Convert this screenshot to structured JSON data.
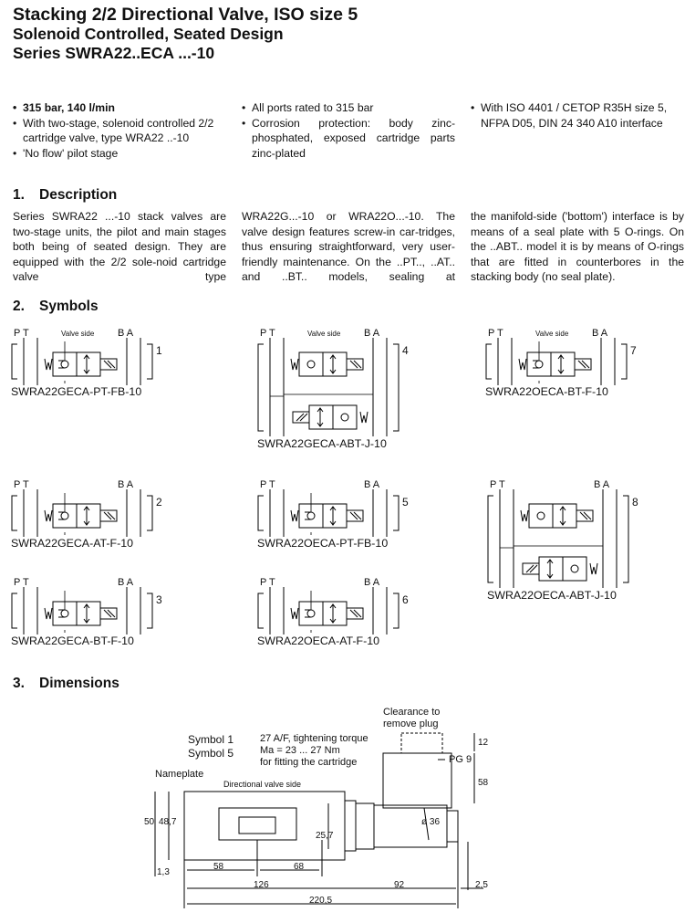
{
  "header": {
    "title": "Stacking 2/2 Directional Valve, ISO size 5",
    "subtitle": "Solenoid Controlled, Seated Design",
    "series": "Series SWRA22..ECA ...-10"
  },
  "features": {
    "col1": [
      "315 bar, 140 l/min",
      "With two-stage, solenoid controlled 2/2 cartridge valve, type WRA22 ..-10",
      "'No flow' pilot stage"
    ],
    "col2": [
      "All ports rated to 315 bar",
      "Corrosion protection: body zinc-phosphated, exposed cartridge parts zinc-plated"
    ],
    "col3": [
      "With ISO 4401 / CETOP R35H size 5, NFPA D05, DIN 24 340 A10 interface"
    ]
  },
  "sections": {
    "description": {
      "num": "1.",
      "title": "Description"
    },
    "symbols": {
      "num": "2.",
      "title": "Symbols"
    },
    "dimensions": {
      "num": "3.",
      "title": "Dimensions"
    }
  },
  "description": {
    "col1": "Series SWRA22 ...-10 stack valves are two-stage units, the pilot and main stages both being of seated design. They are equipped with the 2/2 sole-noid cartridge valve type",
    "col2": "WRA22G...-10 or WRA22O...-10. The valve design features screw-in car-tridges, thus ensuring straightforward, very user-friendly maintenance. On the ..PT.., ..AT.. and ..BT.. models, sealing at",
    "col3": "the manifold-side ('bottom') interface is by means of a seal plate with 5 O-rings. On the ..ABT.. model it is by means of O-rings that are fitted in counterbores in the stacking body (no seal plate)."
  },
  "symbols": [
    {
      "num": "1",
      "label": "SWRA22GECA-PT-FB-10",
      "ports_left": "P  T",
      "ports_right": "B A",
      "valve_side": "Valve side"
    },
    {
      "num": "2",
      "label": "SWRA22GECA-AT-F-10",
      "ports_left": "P  T",
      "ports_right": "B A"
    },
    {
      "num": "3",
      "label": "SWRA22GECA-BT-F-10",
      "ports_left": "P  T",
      "ports_right": "B A"
    },
    {
      "num": "4",
      "label": "SWRA22GECA-ABT-J-10",
      "ports_left": "P  T",
      "ports_right": "B A",
      "valve_side": "Valve side"
    },
    {
      "num": "5",
      "label": "SWRA22OECA-PT-FB-10",
      "ports_left": "P  T",
      "ports_right": "B A"
    },
    {
      "num": "6",
      "label": "SWRA22OECA-AT-F-10",
      "ports_left": "P  T",
      "ports_right": "B A"
    },
    {
      "num": "7",
      "label": "SWRA22OECA-BT-F-10",
      "ports_left": "P  T",
      "ports_right": "B A",
      "valve_side": "Valve side"
    },
    {
      "num": "8",
      "label": "SWRA22OECA-ABT-J-10",
      "ports_left": "P  T",
      "ports_right": "B A"
    }
  ],
  "dimensions": {
    "symbol1": "Symbol 1",
    "symbol5": "Symbol 5",
    "torque1": "27 A/F, tightening torque",
    "torque2": "Ma = 23 ... 27 Nm",
    "torque3": "for fitting the cartridge",
    "clearance1": "Clearance to",
    "clearance2": "remove plug",
    "nameplate": "Nameplate",
    "valve_side": "Directional valve side",
    "pg9": "PG 9",
    "d12": "12",
    "d58v": "58",
    "d36": "ø 36",
    "d50": "50",
    "d487": "48,7",
    "d257": "25,7",
    "d13": "1,3",
    "d58": "58",
    "d68": "68",
    "d126": "126",
    "d92": "92",
    "d25": "2,5",
    "d2205": "220,5"
  }
}
